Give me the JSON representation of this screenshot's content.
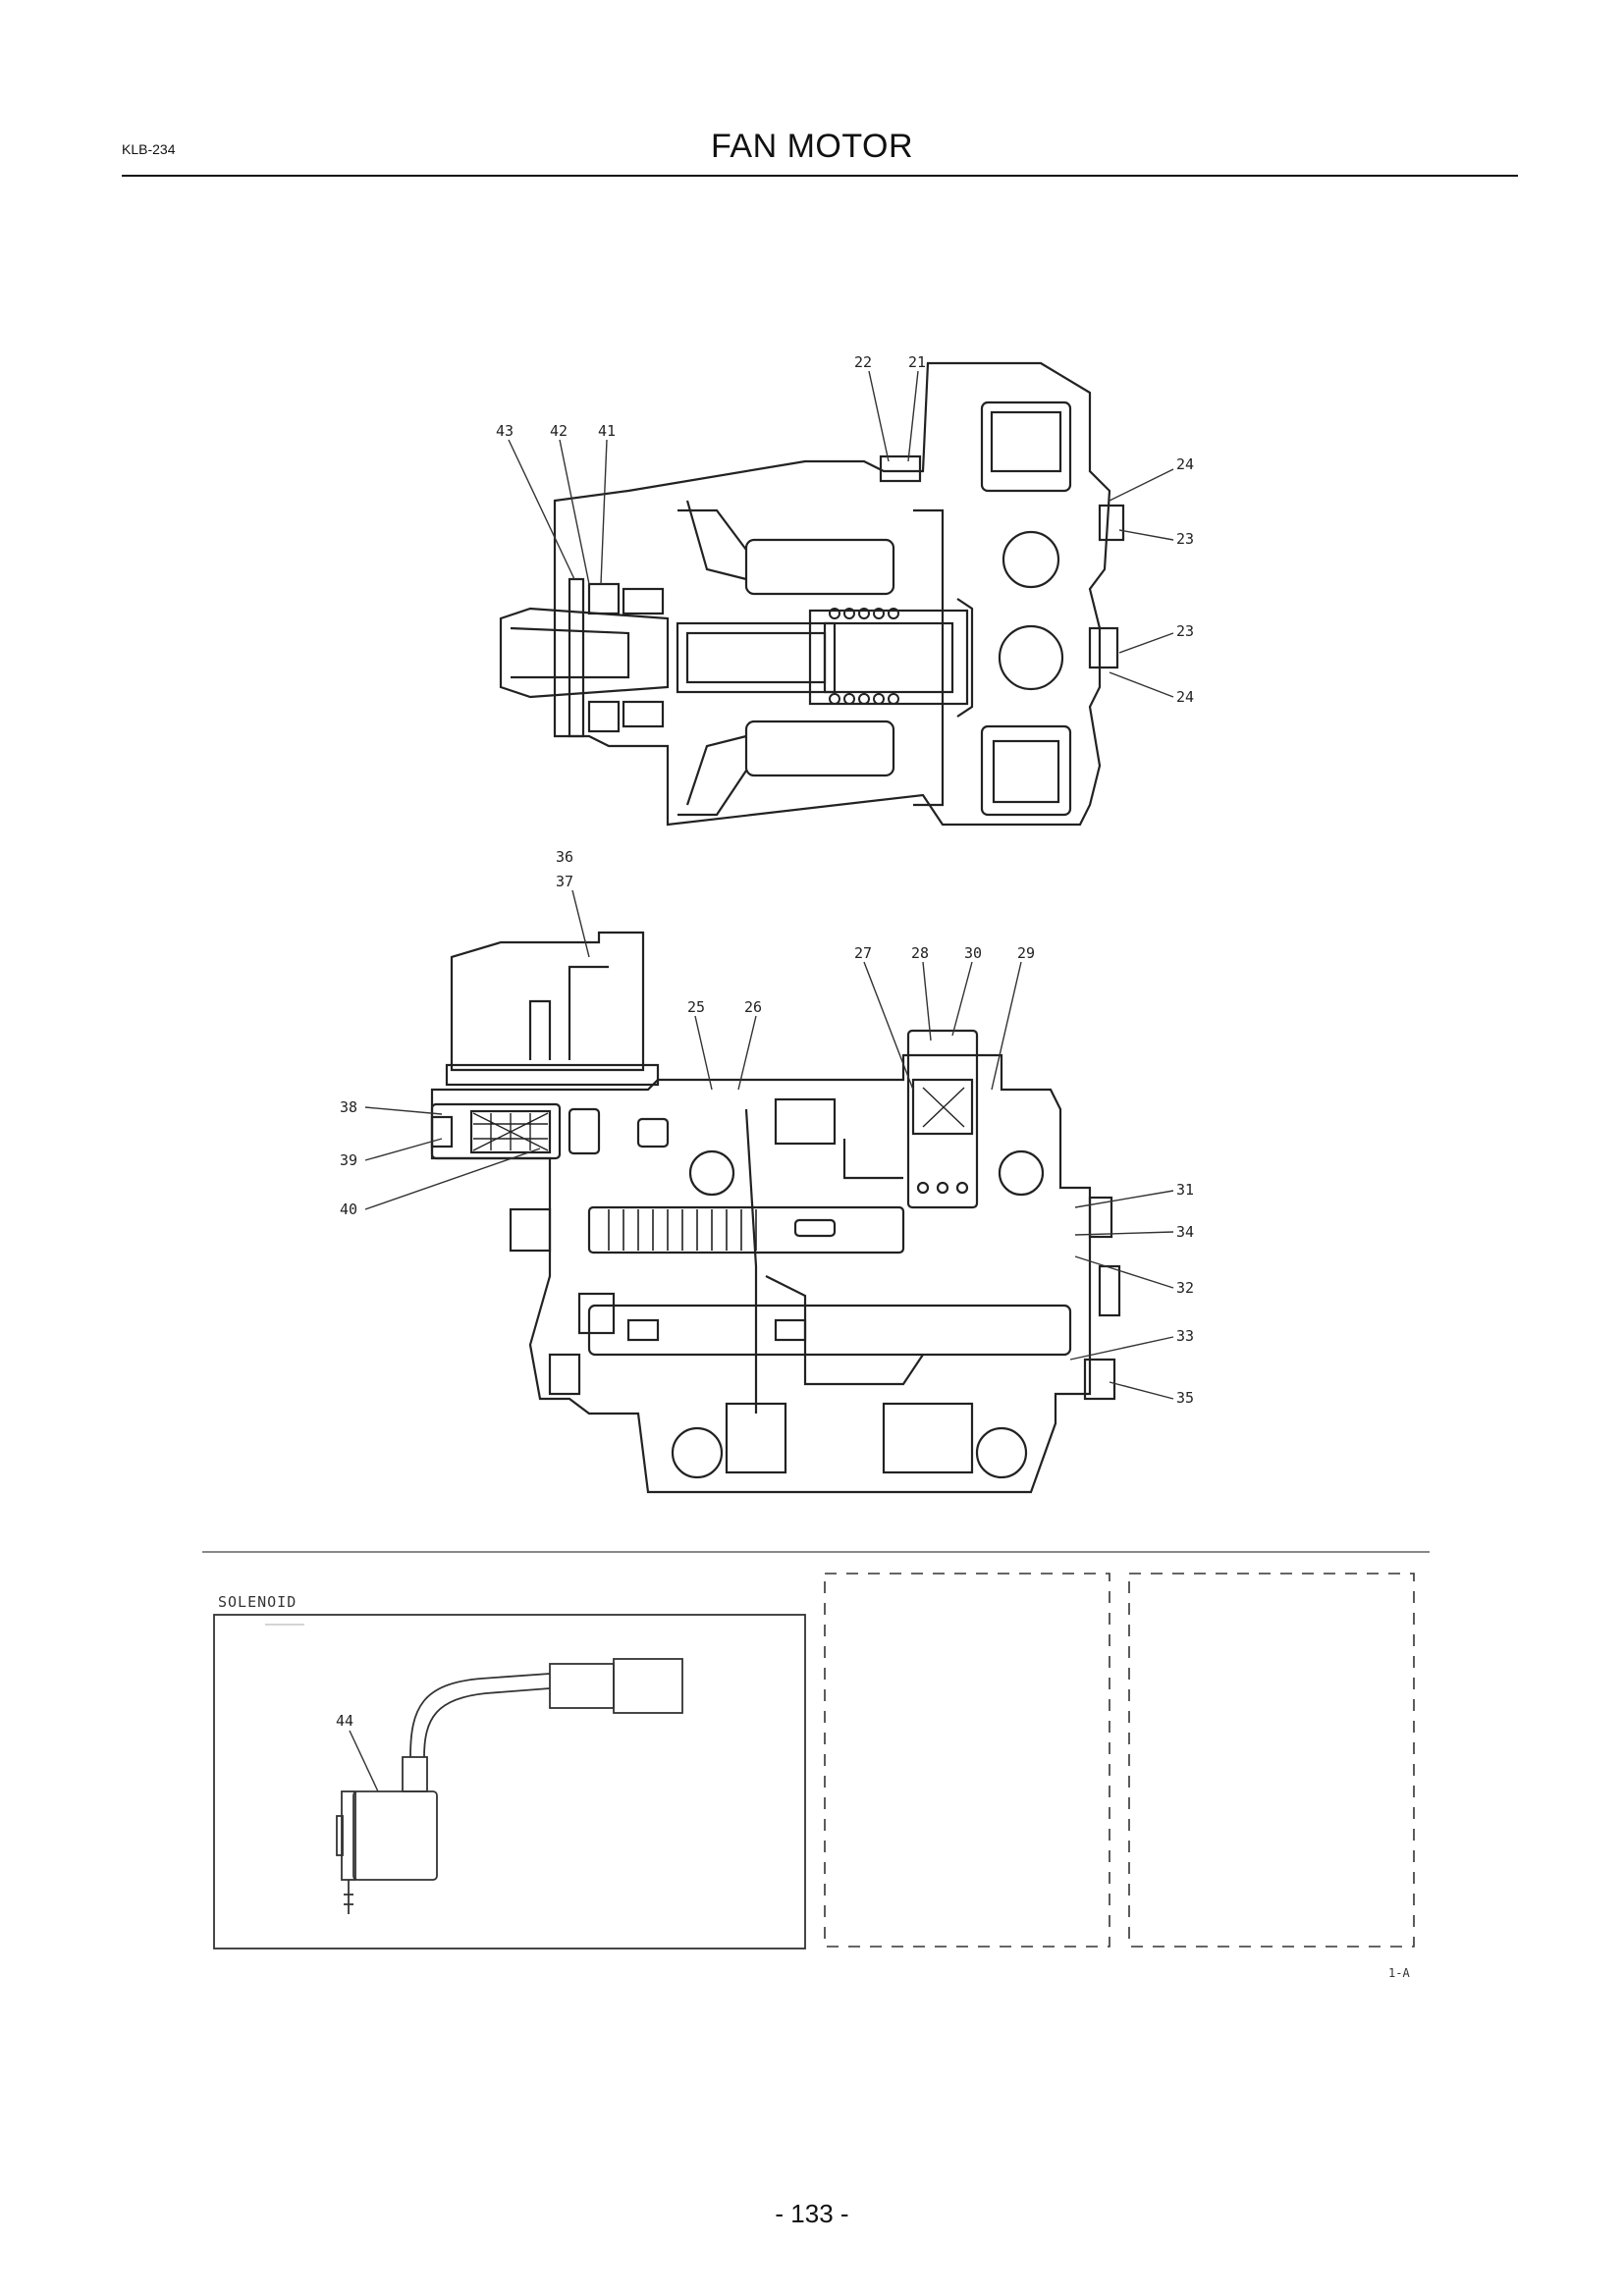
{
  "header": {
    "doc_code": "KLB-234",
    "title": "FAN MOTOR"
  },
  "figure": {
    "upper_view_callouts": [
      "22",
      "21",
      "43",
      "42",
      "41",
      "24",
      "23",
      "23",
      "24"
    ],
    "lower_view_callouts": [
      "36",
      "37",
      "27",
      "28",
      "30",
      "29",
      "25",
      "26",
      "38",
      "39",
      "40",
      "31",
      "34",
      "32",
      "33",
      "35"
    ],
    "solenoid_inset_caption": "SOLENOID",
    "solenoid_callout": "44",
    "inset_reference": "1-A"
  },
  "footer": {
    "page_number": "- 133 -"
  }
}
